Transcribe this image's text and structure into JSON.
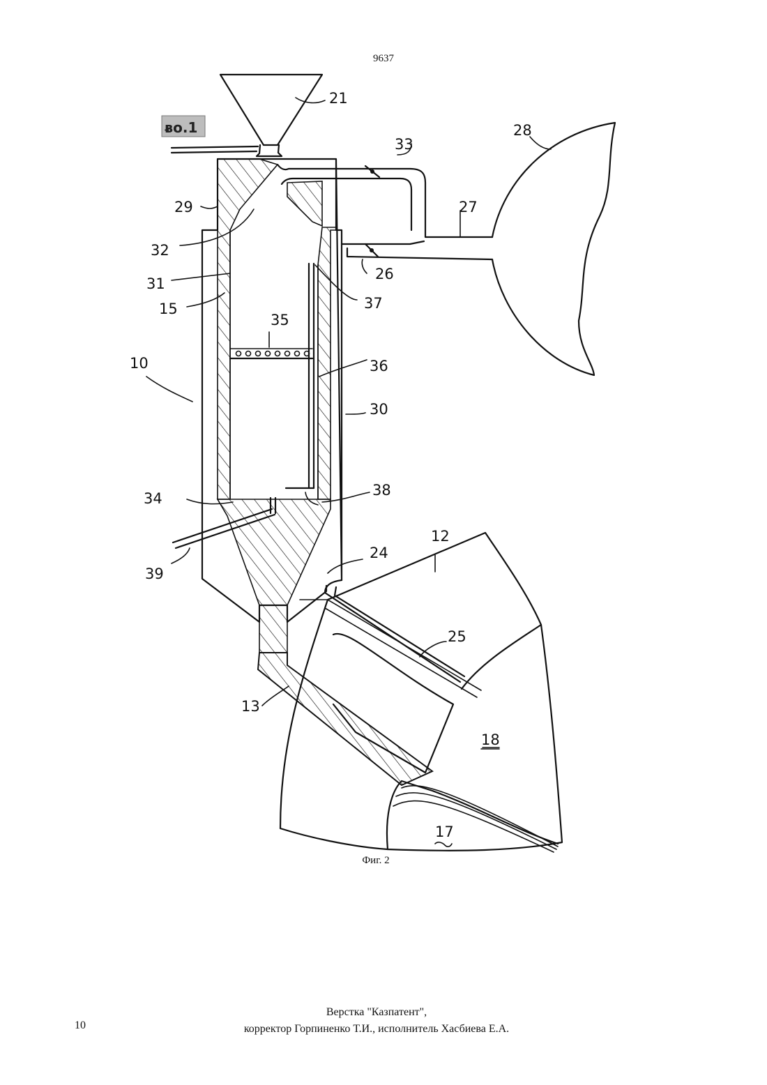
{
  "header": {
    "page_number": "9637"
  },
  "figure": {
    "caption": "Фиг. 2",
    "stamp_text": "ᴃo.1",
    "callouts": {
      "c10": "10",
      "c12": "12",
      "c13": "13",
      "c15": "15",
      "c17": "17",
      "c18": "18",
      "c21": "21",
      "c24": "24",
      "c25": "25",
      "c26": "26",
      "c27": "27",
      "c28": "28",
      "c29": "29",
      "c30": "30",
      "c31": "31",
      "c32": "32",
      "c33": "33",
      "c34": "34",
      "c35": "35",
      "c36": "36",
      "c37": "37",
      "c38": "38",
      "c39": "39"
    }
  },
  "footer": {
    "sheet_number": "10",
    "credits_line1": "Верстка \"Казпатент\",",
    "credits_line2": "корректор Горпиненко Т.И., исполнитель Хасбиева Е.А."
  }
}
